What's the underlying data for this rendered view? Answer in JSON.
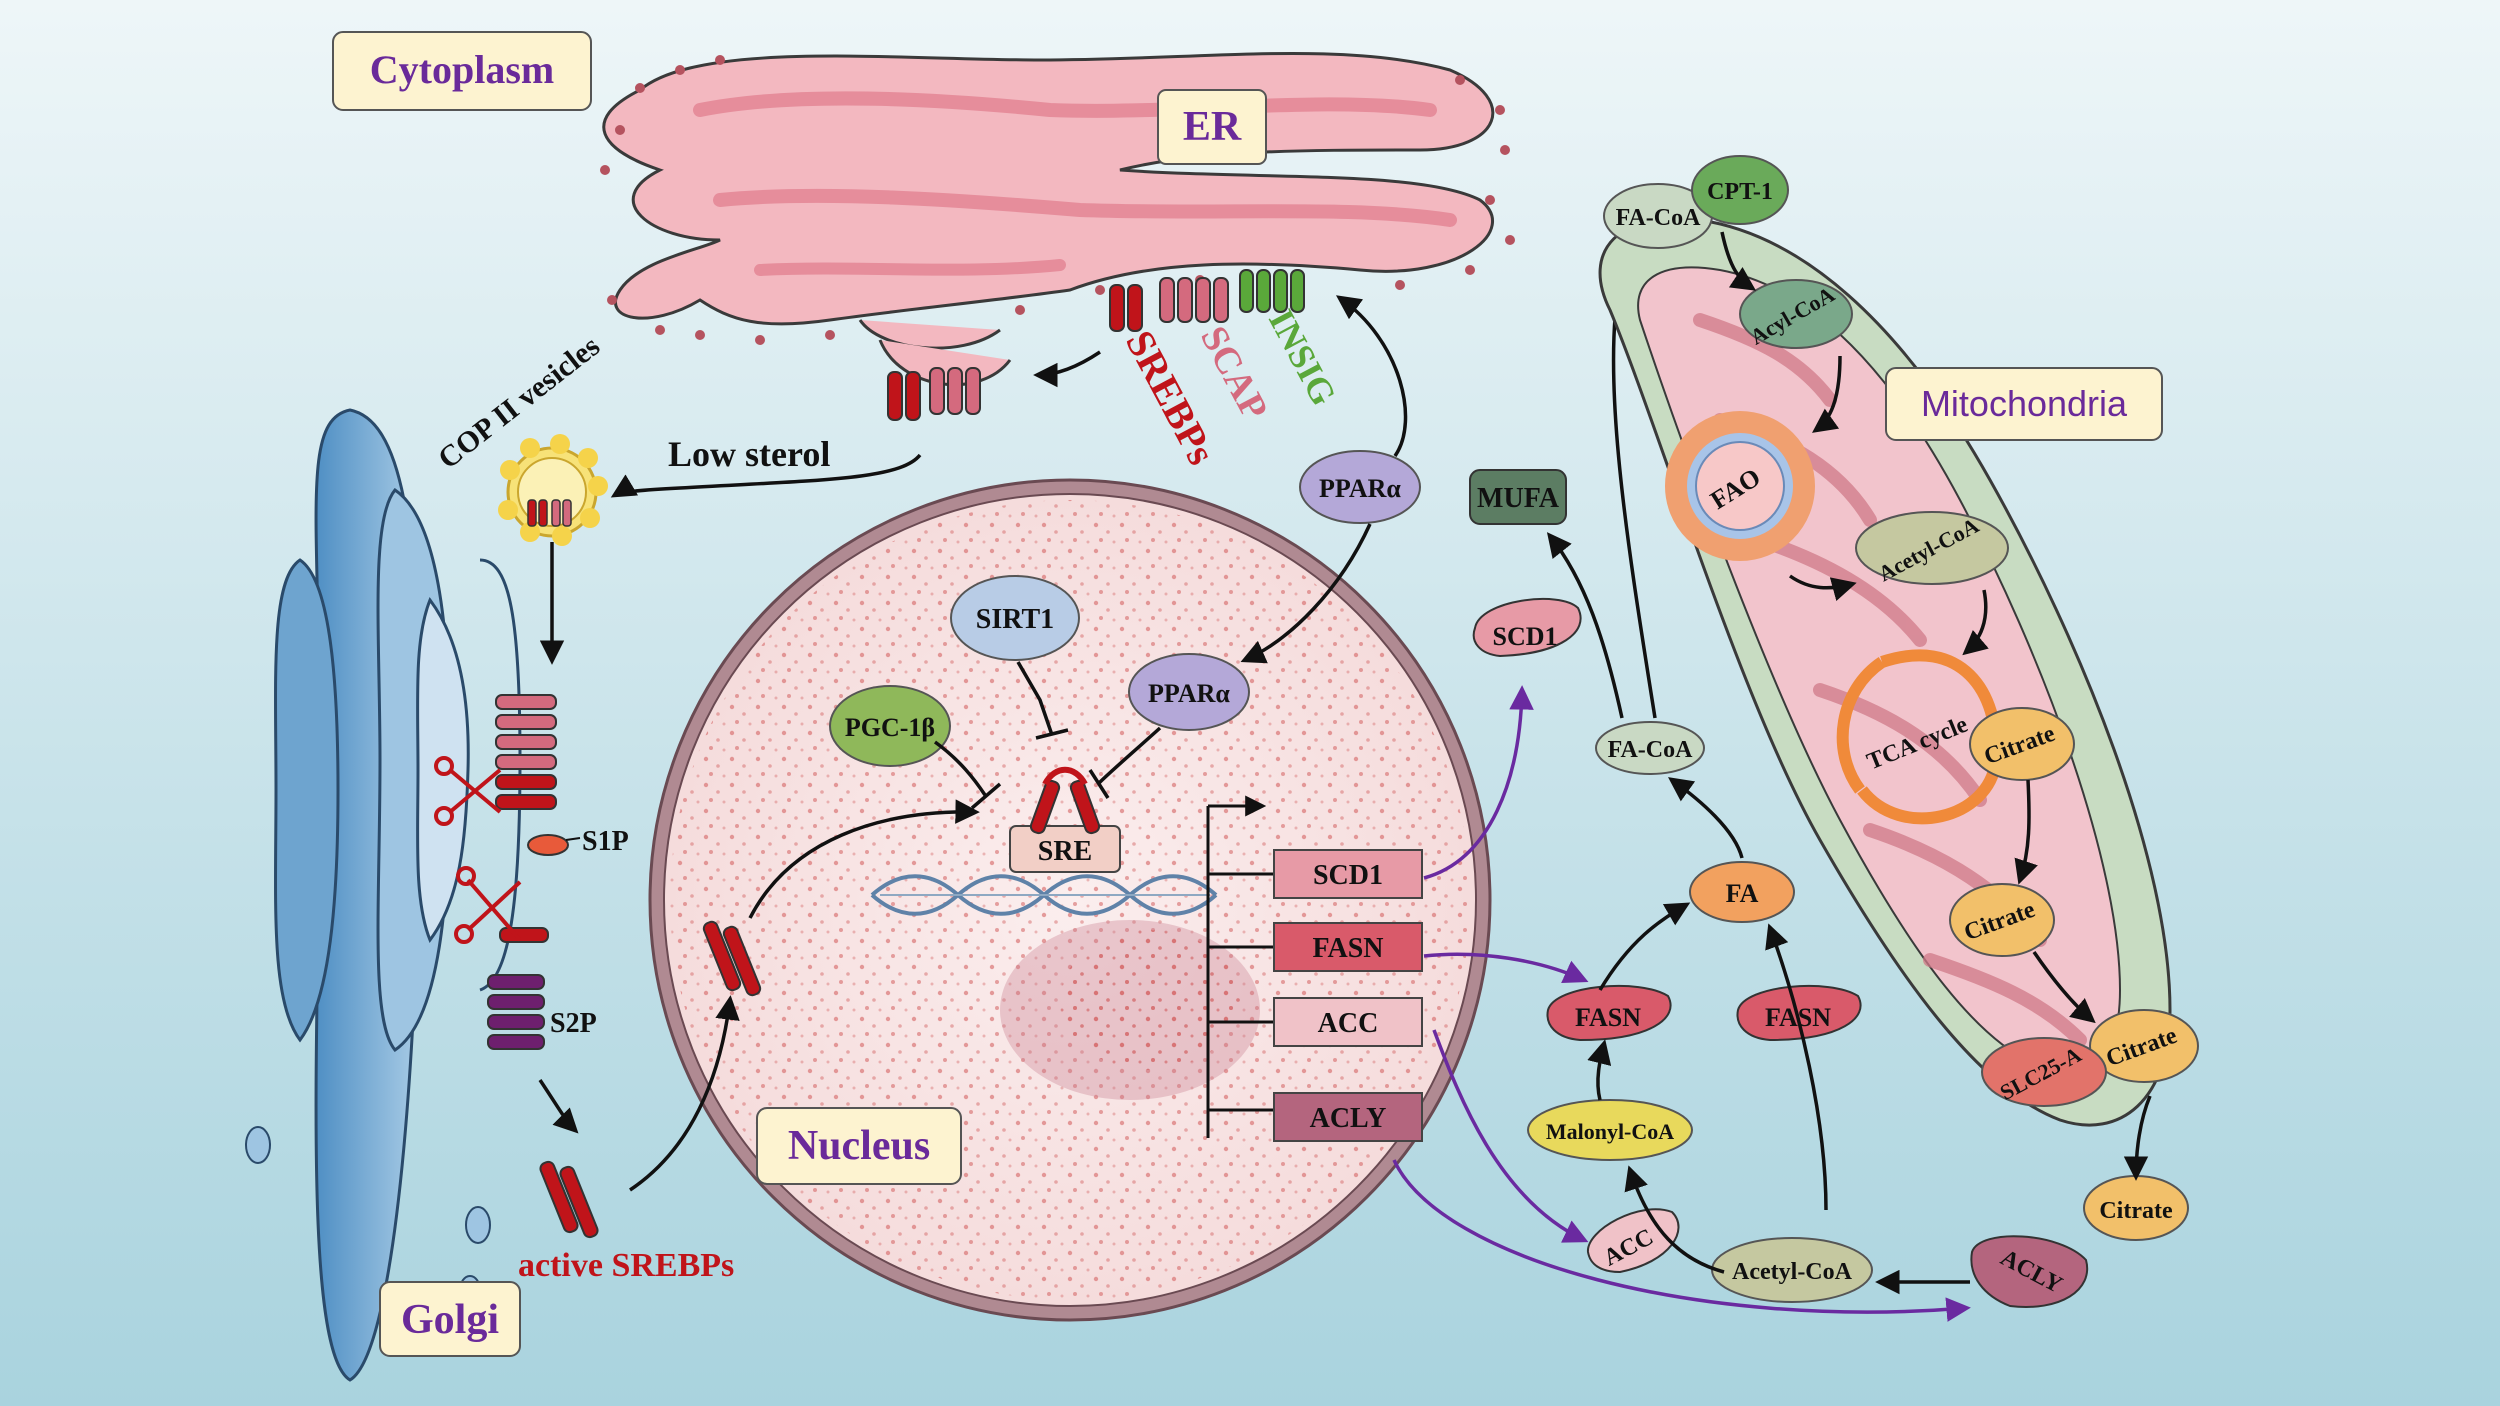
{
  "compartments": {
    "cytoplasm": "Cytoplasm",
    "er": "ER",
    "golgi": "Golgi",
    "nucleus": "Nucleus",
    "mitochondria": "Mitochondria"
  },
  "er_proteins": {
    "srebps": "SREBPs",
    "scap": "SCAP",
    "insig": "INSIG"
  },
  "trafficking": {
    "low_sterol": "Low sterol",
    "cop2": "COP II vesicles",
    "s1p": "S1P",
    "s2p": "S2P",
    "active_srebps": "active SREBPs"
  },
  "nucleus_factors": {
    "ppara_cyto": "PPARα",
    "ppara_nuc": "PPARα",
    "sirt1": "SIRT1",
    "pgc1b": "PGC-1β",
    "sre": "SRE"
  },
  "target_genes": {
    "scd1": "SCD1",
    "fasn": "FASN",
    "acc": "ACC",
    "acly": "ACLY"
  },
  "lipogenesis": {
    "mufa": "MUFA",
    "scd1_enzyme": "SCD1",
    "fa_coa_mid": "FA-CoA",
    "fa": "FA",
    "fasn_left": "FASN",
    "fasn_right": "FASN",
    "malonyl_coa": "Malonyl-CoA",
    "acc_enzyme": "ACC",
    "acetyl_coa_cyto": "Acetyl-CoA",
    "acly_enzyme": "ACLY",
    "citrate_cyto": "Citrate"
  },
  "mito": {
    "fa_coa_top": "FA-CoA",
    "cpt1": "CPT-1",
    "acyl_coa": "Acyl-CoA",
    "fao": "FAO",
    "acetyl_coa_mito": "Acetyl-CoA",
    "tca": "TCA  cycle",
    "citrate_1": "Citrate",
    "citrate_2": "Citrate",
    "citrate_3": "Citrate",
    "slc25a": "SLC25-A"
  },
  "colors": {
    "background_top": "#eef6f8",
    "background_bottom": "#a9d3de",
    "label_purple": "#6a2a9a",
    "label_box_fill": "#fdf3d0",
    "srebp_red": "#c0141a",
    "scap_pink": "#d46a7e",
    "insig_green": "#5aa83a",
    "gene_box_pink": "#e79aa6",
    "gene_box_red": "#d95a6a",
    "gene_box_mauve": "#b4657e",
    "purple_arrow": "#6a2aa0",
    "citrate_orange": "#f2c06a"
  }
}
